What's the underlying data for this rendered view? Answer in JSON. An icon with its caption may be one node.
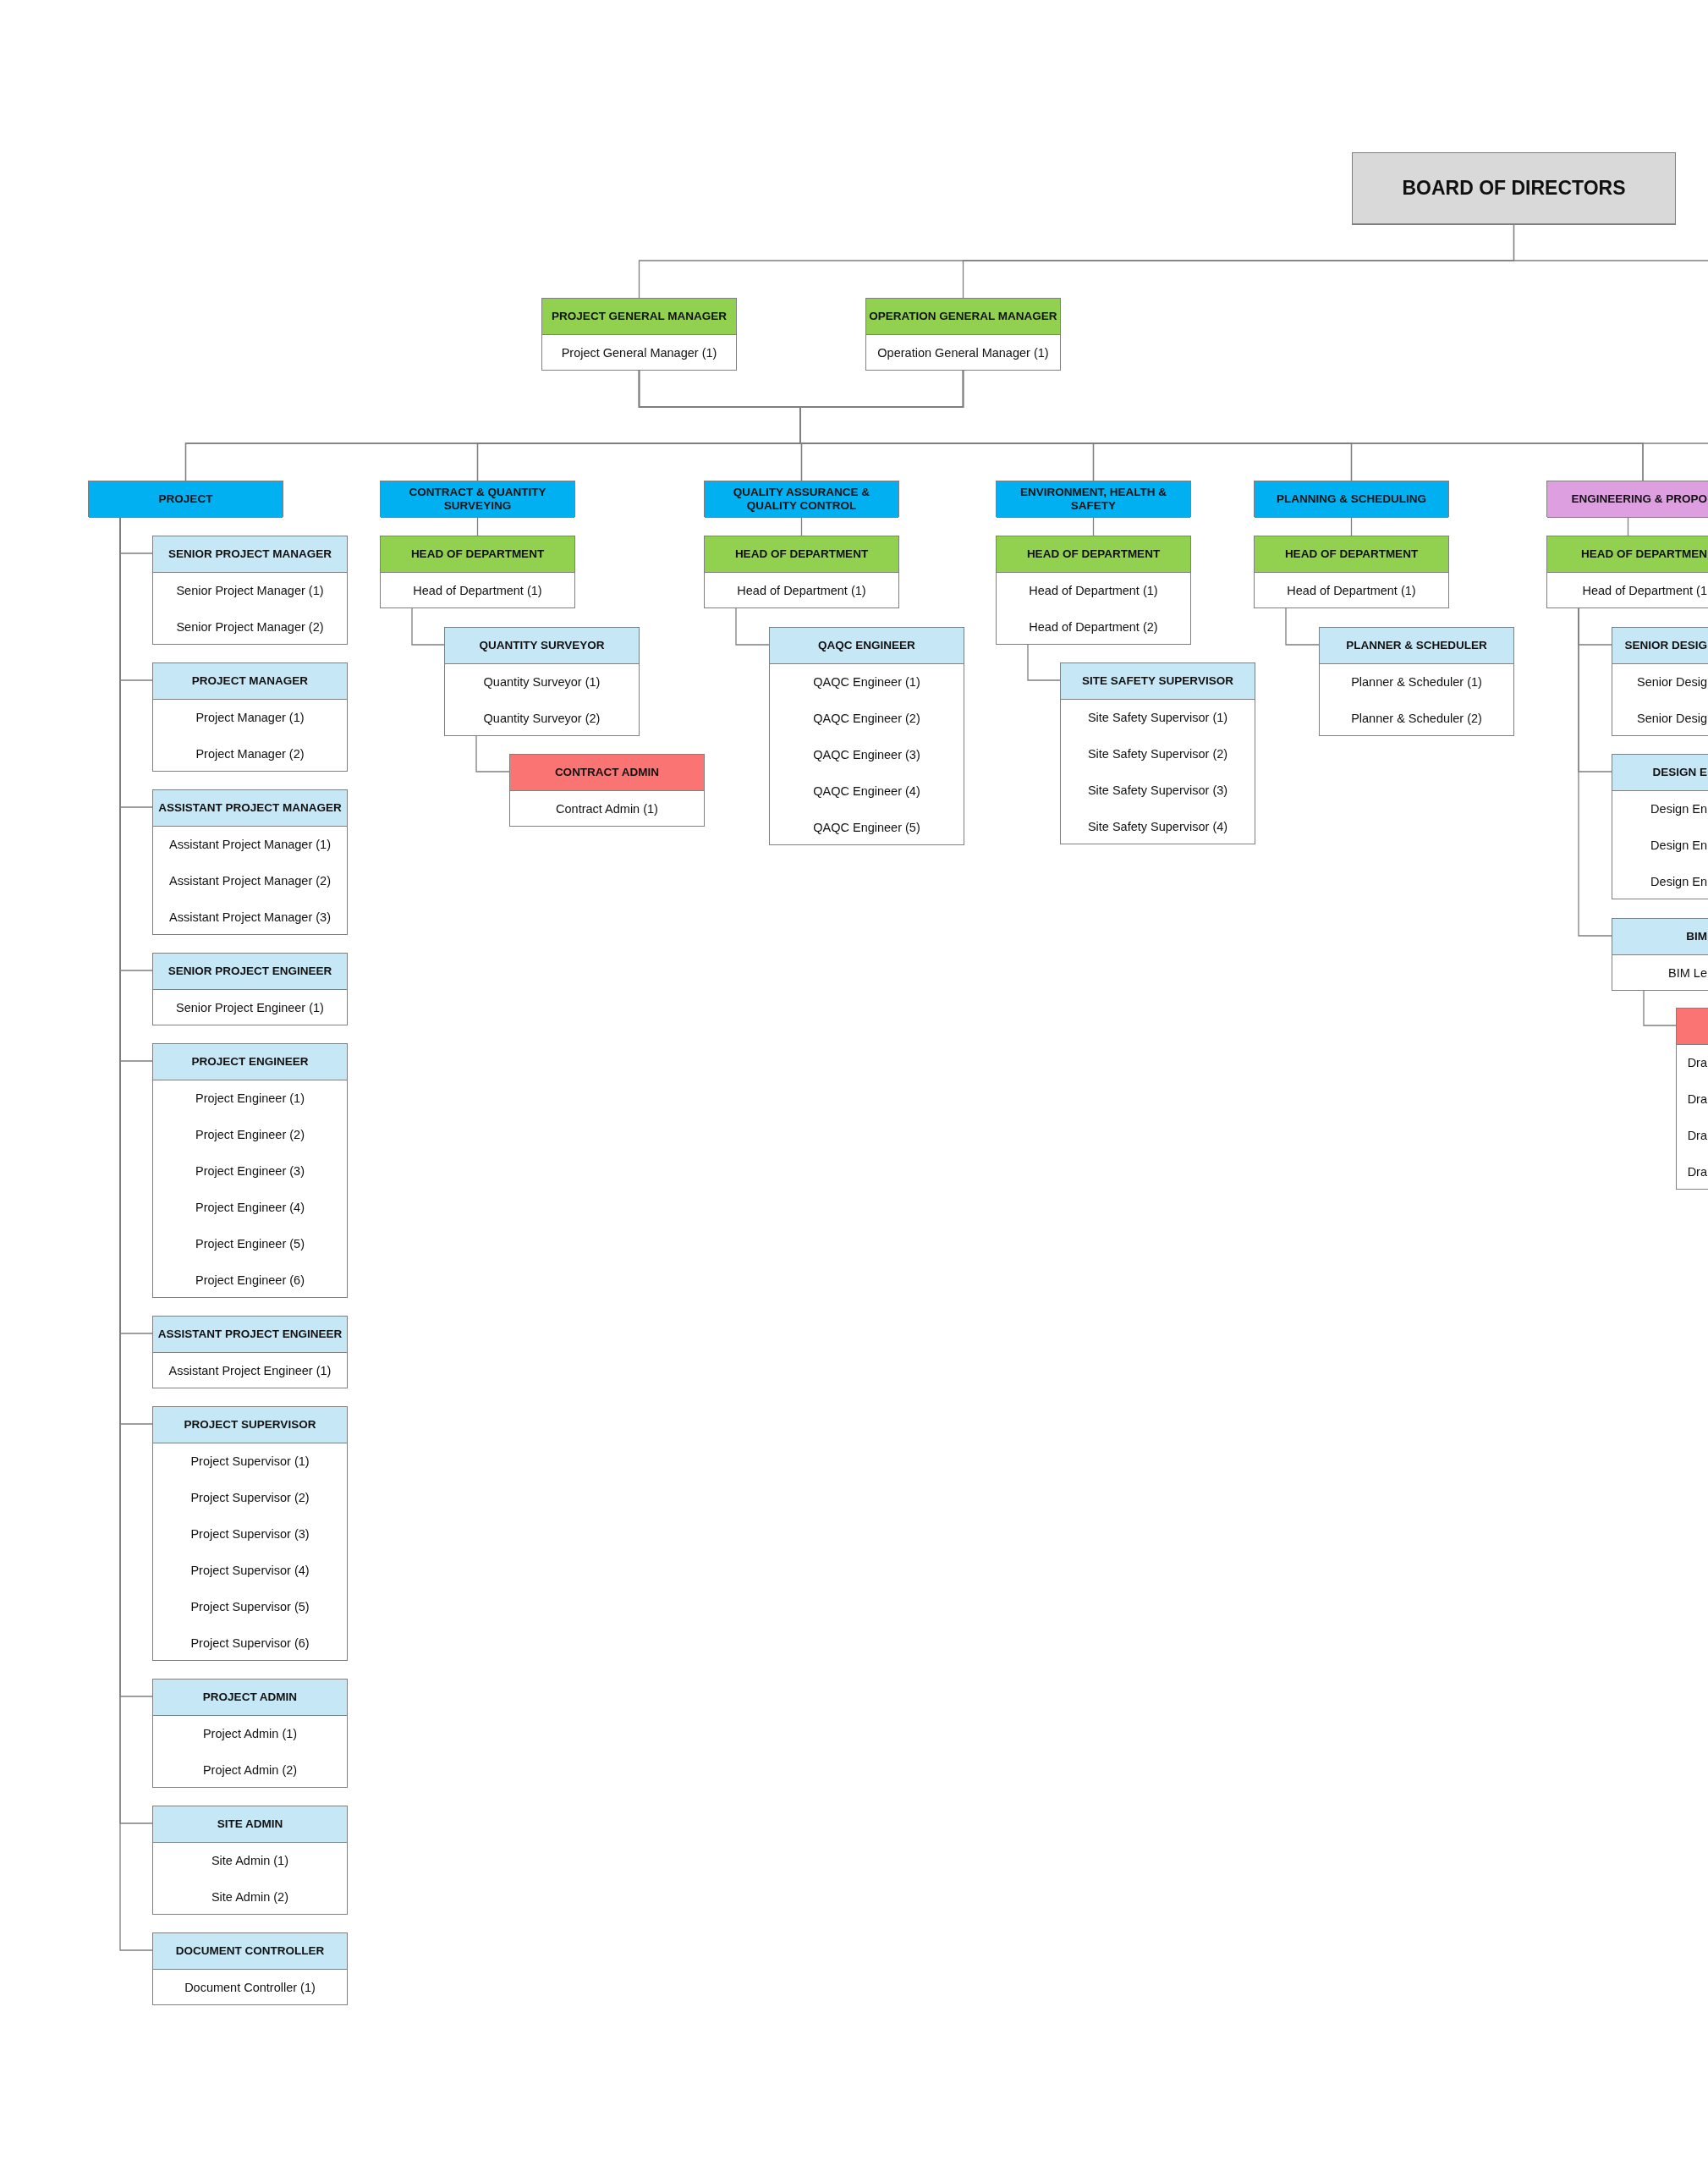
{
  "diagram": {
    "nodes": [
      {
        "text": [
          "BOARD OF DIRECTORS"
        ]
      },
      {
        "text": [
          "PROJECT GENERAL MANAGER",
          "Project General Manager (1)"
        ]
      },
      {
        "text": [
          "OPERATION GENERAL MANAGER",
          "Operation General Manager (1)"
        ]
      },
      {
        "text": [
          "PROJECT"
        ]
      },
      {
        "text": [
          "CONTRACT & QUANTITY SURVEYING"
        ]
      },
      {
        "text": [
          "QUALITY ASSURANCE & QUALITY CONTROL"
        ]
      },
      {
        "text": [
          "ENVIRONMENT, HEALTH & SAFETY"
        ]
      },
      {
        "text": [
          "PLANNING & SCHEDULING"
        ]
      },
      {
        "text": [
          "ENGINEERING & PROPO"
        ]
      },
      {
        "text": [
          "SENIOR PROJECT MANAGER",
          "Senior Project Manager (1)",
          "Senior Project Manager (2)"
        ]
      },
      {
        "text": [
          "PROJECT MANAGER",
          "Project Manager (1)",
          "Project Manager (2)"
        ]
      },
      {
        "text": [
          "ASSISTANT PROJECT MANAGER",
          "Assistant Project Manager (1)",
          "Assistant Project Manager (2)",
          "Assistant Project Manager (3)"
        ]
      },
      {
        "text": [
          "SENIOR PROJECT ENGINEER",
          "Senior Project Engineer (1)"
        ]
      },
      {
        "text": [
          "PROJECT ENGINEER",
          "Project Engineer (1)",
          "Project Engineer (2)",
          "Project Engineer (3)",
          "Project Engineer (4)",
          "Project Engineer (5)",
          "Project Engineer (6)"
        ]
      },
      {
        "text": [
          "ASSISTANT PROJECT ENGINEER",
          "Assistant Project Engineer (1)"
        ]
      },
      {
        "text": [
          "PROJECT SUPERVISOR",
          "Project Supervisor (1)",
          "Project Supervisor (2)",
          "Project Supervisor (3)",
          "Project Supervisor (4)",
          "Project Supervisor (5)",
          "Project Supervisor (6)"
        ]
      },
      {
        "text": [
          "PROJECT ADMIN",
          "Project Admin (1)",
          "Project Admin (2)"
        ]
      },
      {
        "text": [
          "SITE ADMIN",
          "Site Admin (1)",
          "Site Admin (2)"
        ]
      },
      {
        "text": [
          "DOCUMENT CONTROLLER",
          "Document Controller (1)"
        ]
      },
      {
        "text": [
          "HEAD OF DEPARTMENT",
          "Head of Department (1)"
        ]
      },
      {
        "text": [
          "QUANTITY SURVEYOR",
          "Quantity Surveyor (1)",
          "Quantity Surveyor (2)"
        ]
      },
      {
        "text": [
          "CONTRACT ADMIN",
          "Contract Admin (1)"
        ]
      },
      {
        "text": [
          "HEAD OF DEPARTMENT",
          "Head of Department (1)"
        ]
      },
      {
        "text": [
          "QAQC ENGINEER",
          "QAQC Engineer (1)",
          "QAQC Engineer (2)",
          "QAQC Engineer (3)",
          "QAQC Engineer (4)",
          "QAQC Engineer (5)"
        ]
      },
      {
        "text": [
          "HEAD OF DEPARTMENT",
          "Head of Department (1)",
          "Head of Department (2)"
        ]
      },
      {
        "text": [
          "SITE SAFETY SUPERVISOR",
          "Site Safety Supervisor (1)",
          "Site Safety Supervisor (2)",
          "Site Safety Supervisor (3)",
          "Site Safety Supervisor (4)"
        ]
      },
      {
        "text": [
          "HEAD OF DEPARTMENT",
          "Head of Department (1)"
        ]
      },
      {
        "text": [
          "PLANNER & SCHEDULER",
          "Planner & Scheduler (1)",
          "Planner & Scheduler (2)"
        ]
      },
      {
        "text": [
          "HEAD OF DEPARTMEN",
          "Head of Department (1"
        ]
      },
      {
        "text": [
          "SENIOR DESIG",
          "Senior Desig",
          "Senior Desig"
        ]
      },
      {
        "text": [
          "DESIGN E",
          "Design En",
          "Design En",
          "Design En"
        ]
      },
      {
        "text": [
          "BIM",
          "BIM Le"
        ]
      },
      {
        "text": [
          "Dra",
          "Dra",
          "Dra",
          "Dra"
        ]
      }
    ],
    "edges": [
      {
        "from": 0,
        "to": 1,
        "arrow": "none"
      },
      {
        "from": 0,
        "to": 2,
        "arrow": "none"
      },
      {
        "from": 1,
        "to": 3,
        "arrow": "none"
      },
      {
        "from": 1,
        "to": 4,
        "arrow": "none"
      },
      {
        "from": 1,
        "to": 5,
        "arrow": "none"
      },
      {
        "from": 1,
        "to": 6,
        "arrow": "none"
      },
      {
        "from": 1,
        "to": 7,
        "arrow": "none"
      },
      {
        "from": 1,
        "to": 8,
        "arrow": "none"
      },
      {
        "from": 2,
        "to": 3,
        "arrow": "none"
      },
      {
        "from": 2,
        "to": 4,
        "arrow": "none"
      },
      {
        "from": 2,
        "to": 5,
        "arrow": "none"
      },
      {
        "from": 2,
        "to": 6,
        "arrow": "none"
      },
      {
        "from": 2,
        "to": 7,
        "arrow": "none"
      },
      {
        "from": 2,
        "to": 8,
        "arrow": "none"
      },
      {
        "from": 3,
        "to": 9,
        "arrow": "none"
      },
      {
        "from": 3,
        "to": 10,
        "arrow": "none"
      },
      {
        "from": 3,
        "to": 11,
        "arrow": "none"
      },
      {
        "from": 3,
        "to": 12,
        "arrow": "none"
      },
      {
        "from": 3,
        "to": 13,
        "arrow": "none"
      },
      {
        "from": 3,
        "to": 14,
        "arrow": "none"
      },
      {
        "from": 3,
        "to": 15,
        "arrow": "none"
      },
      {
        "from": 3,
        "to": 16,
        "arrow": "none"
      },
      {
        "from": 3,
        "to": 17,
        "arrow": "none"
      },
      {
        "from": 3,
        "to": 18,
        "arrow": "none"
      },
      {
        "from": 4,
        "to": 19,
        "arrow": "none"
      },
      {
        "from": 19,
        "to": 20,
        "arrow": "none"
      },
      {
        "from": 20,
        "to": 21,
        "arrow": "none"
      },
      {
        "from": 5,
        "to": 22,
        "arrow": "none"
      },
      {
        "from": 22,
        "to": 23,
        "arrow": "none"
      },
      {
        "from": 6,
        "to": 24,
        "arrow": "none"
      },
      {
        "from": 24,
        "to": 25,
        "arrow": "none"
      },
      {
        "from": 7,
        "to": 26,
        "arrow": "none"
      },
      {
        "from": 26,
        "to": 27,
        "arrow": "none"
      },
      {
        "from": 8,
        "to": 28,
        "arrow": "none"
      },
      {
        "from": 28,
        "to": 29,
        "arrow": "none"
      },
      {
        "from": 28,
        "to": 30,
        "arrow": "none"
      },
      {
        "from": 28,
        "to": 31,
        "arrow": "none"
      },
      {
        "from": 31,
        "to": 32,
        "arrow": "none"
      }
    ]
  }
}
